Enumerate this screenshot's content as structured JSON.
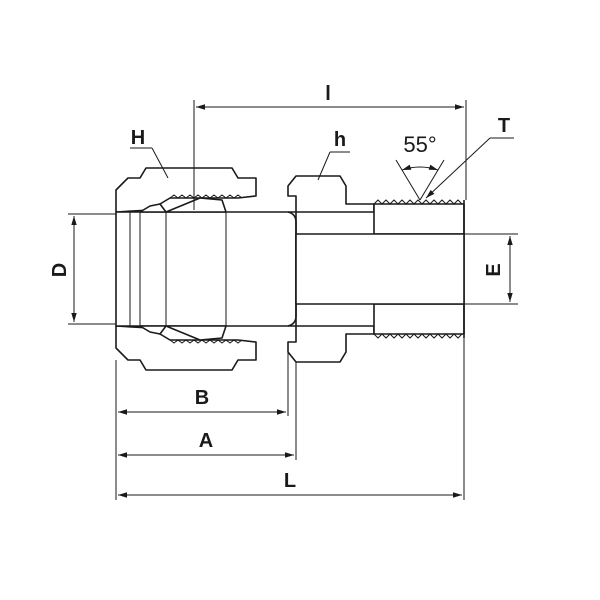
{
  "labels": {
    "l": "l",
    "H": "H",
    "h": "h",
    "angle": "55°",
    "T": "T",
    "D": "D",
    "E": "E",
    "B": "B",
    "A": "A",
    "L": "L"
  }
}
